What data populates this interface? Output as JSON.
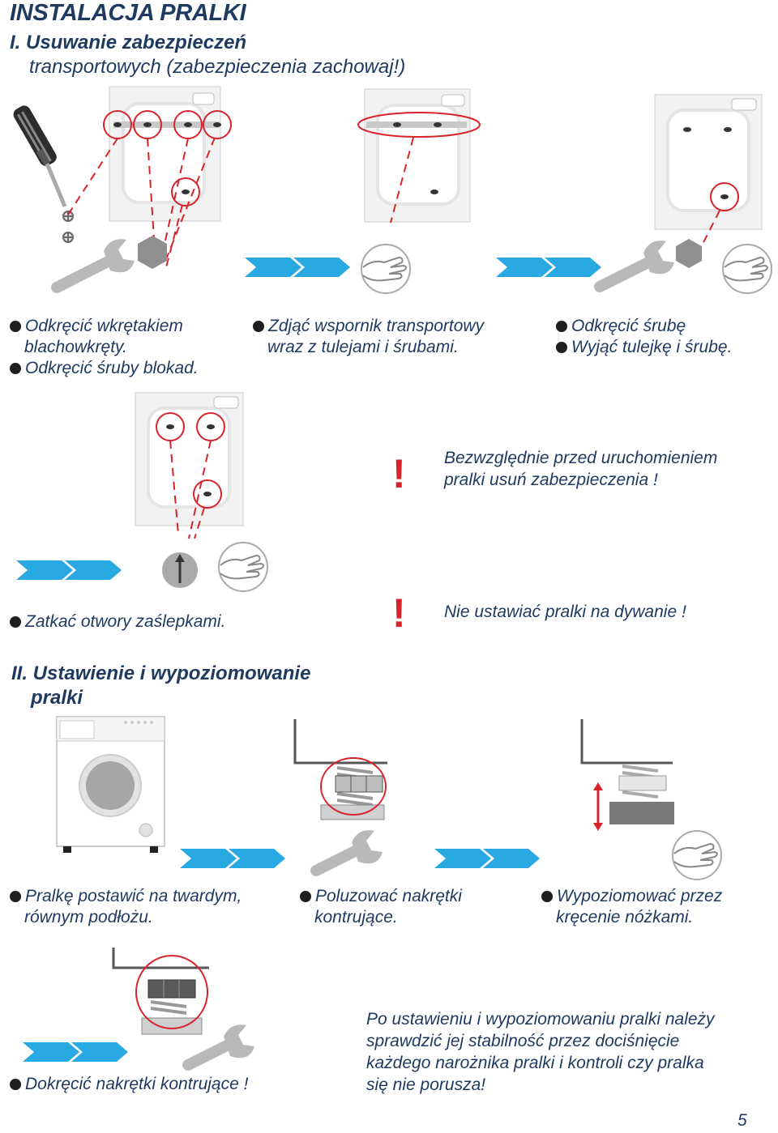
{
  "title": "INSTALACJA PRALKI",
  "section1": {
    "heading_line1": "I. Usuwanie zabezpieczeń",
    "heading_line2": "transportowych (zabezpieczenia zachowaj!)"
  },
  "steps_row1": [
    {
      "line1": "Odkręcić wkrętakiem",
      "line2": "blachowkręty.",
      "line3": "Odkręcić śruby blokad."
    },
    {
      "line1": "Zdjąć wspornik transportowy",
      "line2": "wraz z tulejami i śrubami."
    },
    {
      "line1": "Odkręcić śrubę",
      "line2": "Wyjąć tulejkę i śrubę."
    }
  ],
  "warning1": {
    "line1": "Bezwzględnie przed uruchomieniem",
    "line2": "pralki usuń  zabezpieczenia !"
  },
  "step_plugs": "Zatkać otwory  zaślepkami.",
  "warning2": "Nie ustawiać  pralki  na dywanie !",
  "section2": {
    "heading_line1": "II. Ustawienie i wypoziomowanie",
    "heading_line2": "pralki"
  },
  "steps_row2": [
    {
      "line1": "Pralkę postawić na twardym,",
      "line2": "równym podłożu."
    },
    {
      "line1": "Poluzować nakrętki",
      "line2": "kontrujące."
    },
    {
      "line1": "Wypoziomować przez",
      "line2": "kręcenie nóżkami."
    }
  ],
  "step_tighten": "Dokręcić nakrętki kontrujące !",
  "final_note": {
    "line1": "Po ustawieniu i wypoziomowaniu pralki należy",
    "line2": "sprawdzić  jej   stabilność  przez   dociśnięcie",
    "line3": "każdego  narożnika pralki  i kontroli czy pralka",
    "line4": "się nie porusza!"
  },
  "page_number": "5",
  "colors": {
    "navy": "#1f3a60",
    "arrow_blue": "#29a9e1",
    "warning_red": "#d9232a",
    "tool_grey": "#b9b9b9"
  }
}
